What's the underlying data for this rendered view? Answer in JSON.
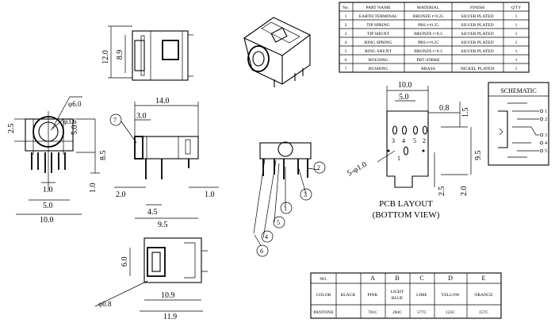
{
  "parts_table": {
    "headers": [
      "No.",
      "PART NAME",
      "MATERIAL",
      "FINISH",
      "Q'TY"
    ],
    "rows": [
      {
        "no": "1",
        "part": "EARTH TERMINAL",
        "material": "BRONZE t=0.25",
        "finish": "SILVER PLATED",
        "qty": "1"
      },
      {
        "no": "2",
        "part": "TIP SPRING",
        "material": "PBS t=0.25",
        "finish": "SILVER PLATED",
        "qty": "1"
      },
      {
        "no": "3",
        "part": "TIP SHUNT",
        "material": "BRONZE t=0.3",
        "finish": "SILVER PLATED",
        "qty": "1"
      },
      {
        "no": "4",
        "part": "RING SPRING",
        "material": "PBS t=0.25",
        "finish": "SILVER PLATED",
        "qty": "1"
      },
      {
        "no": "5",
        "part": "RING SHUNT",
        "material": "BRONZE t=0.3",
        "finish": "SILVER PLATED",
        "qty": "1"
      },
      {
        "no": "6",
        "part": "HOUSING",
        "material": "PBT+FIBRE",
        "finish": "",
        "qty": "1"
      },
      {
        "no": "7",
        "part": "BUSHING",
        "material": "BRASS",
        "finish": "NICKEL PLATED",
        "qty": "1"
      }
    ]
  },
  "color_table": {
    "no_label": "NO.",
    "color_label": "COLOR",
    "pantone_label": "PANTONE",
    "columns": [
      {
        "no": "",
        "color": "BLACK",
        "pantone": ""
      },
      {
        "no": "A",
        "color": "PINK",
        "pantone": "701C"
      },
      {
        "no": "B",
        "color_line1": "LIGHT",
        "color_line2": "BLUE",
        "pantone": "284C"
      },
      {
        "no": "C",
        "color": "LIME",
        "pantone": "577C"
      },
      {
        "no": "D",
        "color": "YELLOW",
        "pantone": "123C"
      },
      {
        "no": "E",
        "color": "ORANGE",
        "pantone": "157C"
      }
    ]
  },
  "dims": {
    "top_h1": "12.0",
    "top_h2": "8.9",
    "front_d6": "φ6.0",
    "front_d36": "φ3.6",
    "front_25": "2.5",
    "front_50": "5.0",
    "front_85": "8.5",
    "front_10a": "1.0",
    "front_10b": "1.0",
    "front_50b": "5.0",
    "front_100": "10.0",
    "side_140": "14.0",
    "side_30": "3.0",
    "side_20": "2.0",
    "side_10": "1.0",
    "side_45": "4.5",
    "side_95": "9.5",
    "bot_60": "6.0",
    "bot_d08": "φ0.8",
    "bot_109": "10.9",
    "bot_119": "11.9",
    "pcb_100": "10.0",
    "pcb_50": "5.0",
    "pcb_08": "0.8",
    "pcb_15": "1.5",
    "pcb_95": "9.5",
    "pcb_25": "2.5",
    "pcb_20": "2.0",
    "pcb_holes": "5-φ1.0"
  },
  "callouts": [
    "7",
    "1",
    "2",
    "3",
    "4",
    "5",
    "6"
  ],
  "pcb": {
    "title": "PCB LAYOUT",
    "subtitle": "(BOTTOM VIEW)",
    "pins": [
      "3",
      "4",
      "5",
      "2",
      "1"
    ]
  },
  "schematic": {
    "title": "SCHEMATIC",
    "pins": [
      "1",
      "2",
      "3",
      "4",
      "5"
    ]
  }
}
